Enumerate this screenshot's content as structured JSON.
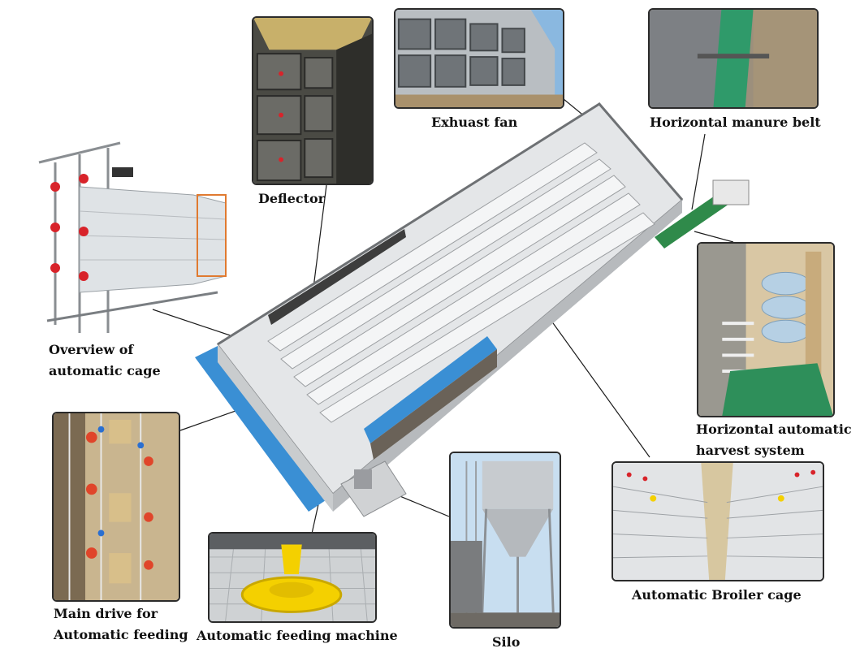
{
  "labels": {
    "deflector": "Deflector",
    "exhaust_fan": "Exhuast fan",
    "manure_belt": "Horizontal manure belt",
    "overview_line1": "Overview of",
    "overview_line2": "automatic cage",
    "harvest_line1": "Horizontal automatic",
    "harvest_line2": "harvest system",
    "main_drive_line1": "Main drive for",
    "main_drive_line2": "Automatic feeding",
    "feeding_machine": "Automatic feeding machine",
    "silo": "Silo",
    "broiler_cage": "Automatic Broiler cage"
  },
  "colors": {
    "roof_blue": "#3a8fd4",
    "feeder_yellow": "#f4d000",
    "belt_green": "#2f8a4a",
    "nipple_red": "#d8232a"
  }
}
